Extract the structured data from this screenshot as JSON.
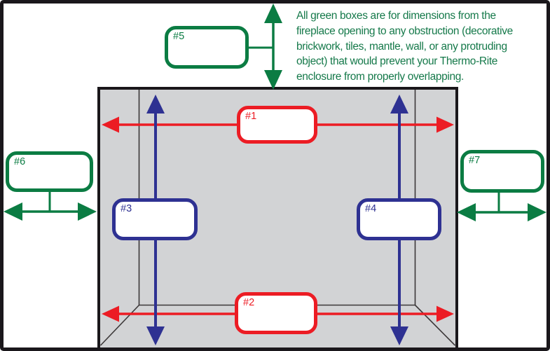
{
  "colors": {
    "red": "#EC1C24",
    "blue": "#2E3192",
    "green": "#0B7C43",
    "green_text": "#15794A",
    "gray_fill": "#D2D3D5",
    "thin_line": "#3B3738",
    "frame": "#1A171B"
  },
  "note": {
    "lines": [
      "All green boxes are for dimensions from the",
      "fireplace opening to any obstruction (decorative",
      "brickwork, tiles, mantle, wall, or any protruding",
      "object) that would prevent your Thermo-Rite",
      "enclosure from properly overlapping."
    ]
  },
  "boxes": {
    "b1": {
      "label": "#1"
    },
    "b2": {
      "label": "#2"
    },
    "b3": {
      "label": "#3"
    },
    "b4": {
      "label": "#4"
    },
    "b5": {
      "label": "#5"
    },
    "b6": {
      "label": "#6"
    },
    "b7": {
      "label": "#7"
    }
  }
}
